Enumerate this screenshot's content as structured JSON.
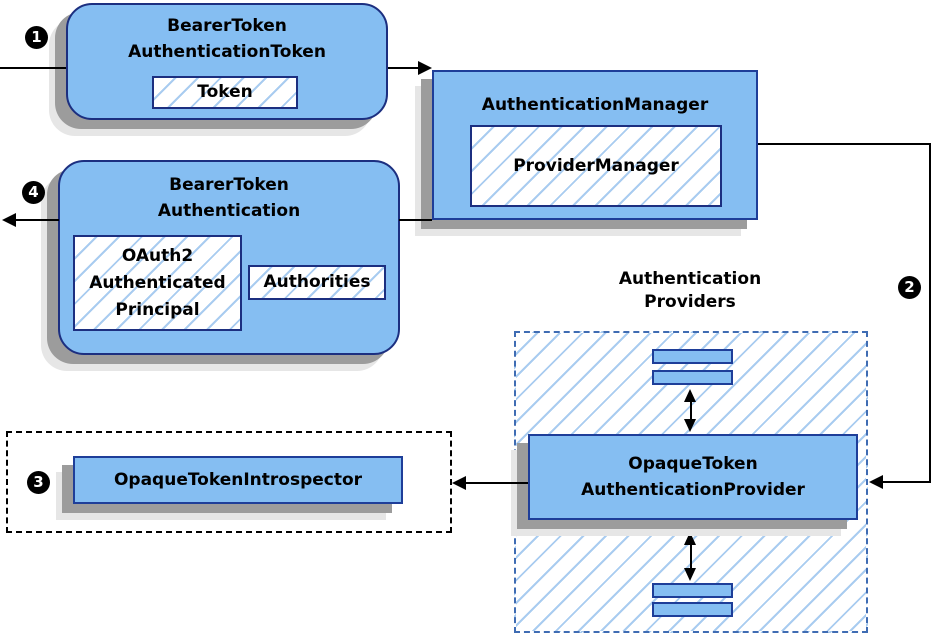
{
  "badges": {
    "one": "1",
    "two": "2",
    "three": "3",
    "four": "4"
  },
  "nodes": {
    "bearer_token_authentication_token": {
      "line1": "BearerToken",
      "line2": "AuthenticationToken",
      "token": "Token"
    },
    "authentication_manager": {
      "title": "AuthenticationManager",
      "provider_manager": "ProviderManager"
    },
    "bearer_token_authentication": {
      "line1": "BearerToken",
      "line2": "Authentication",
      "principal1": "OAuth2",
      "principal2": "Authenticated",
      "principal3": "Principal",
      "authorities": "Authorities"
    },
    "providers_group": {
      "label1": "Authentication",
      "label2": "Providers"
    },
    "opaque_token_authentication_provider": {
      "line1": "OpaqueToken",
      "line2": "AuthenticationProvider"
    },
    "opaque_token_introspector": {
      "title": "OpaqueTokenIntrospector"
    }
  },
  "colors": {
    "node_fill": "#85bef2",
    "rounded_node_border": "#1c2f80",
    "rect_node_border": "#1e3e99",
    "hatch_line": "#a9ccf0",
    "providers_dashed_border": "#3f6cb3",
    "introspector_dashed_border": "#000000",
    "shadow_dark": "#9c9c9c",
    "shadow_light": "#e6e6e6",
    "arrow": "#000000",
    "badge_background": "#000000",
    "badge_text": "#ffffff"
  }
}
